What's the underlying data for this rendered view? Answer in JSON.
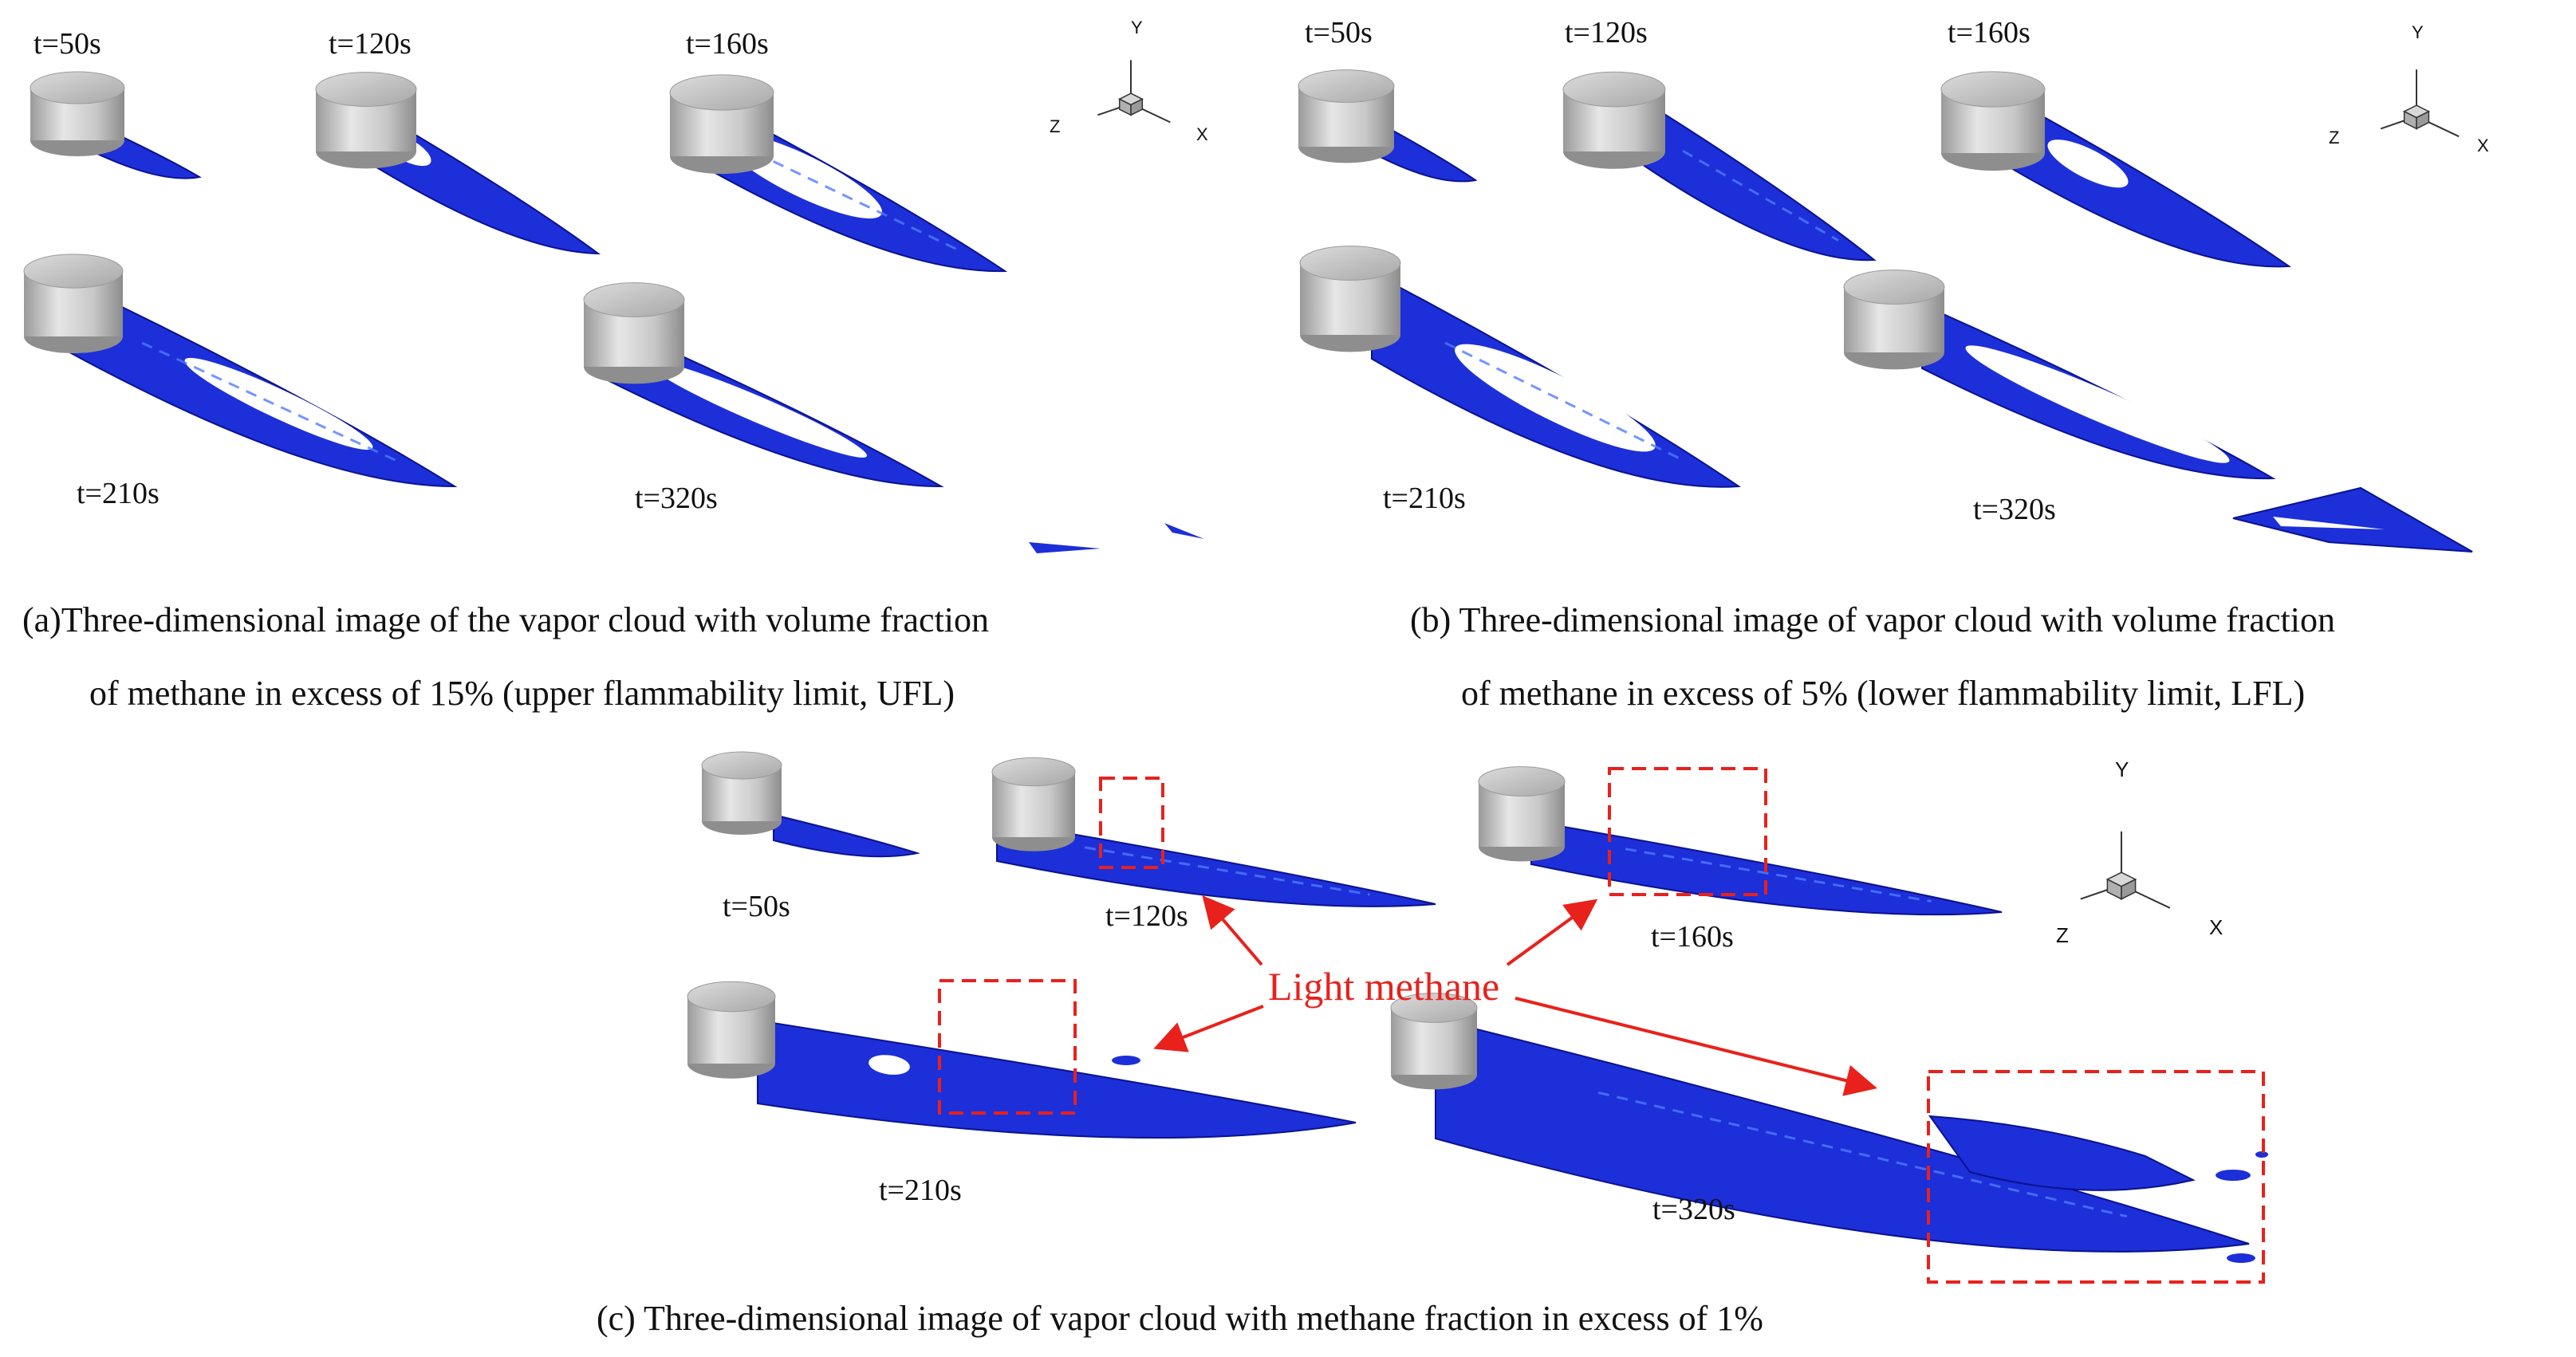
{
  "colors": {
    "cloud": "#1c2fd8",
    "cloud_dark": "#0a1290",
    "cylinder": "#c4c4c4",
    "annotation": "#e8211c"
  },
  "panel_a": {
    "times": [
      "t=50s",
      "t=120s",
      "t=160s",
      "t=210s",
      "t=320s"
    ],
    "axes": {
      "y": "Y",
      "z": "Z",
      "x": "X"
    },
    "caption_line1": "(a)Three-dimensional image of the vapor cloud with volume fraction",
    "caption_line2": "of methane in excess of 15% (upper flammability limit, UFL)"
  },
  "panel_b": {
    "times": [
      "t=50s",
      "t=120s",
      "t=160s",
      "t=210s",
      "t=320s"
    ],
    "axes": {
      "y": "Y",
      "z": "Z",
      "x": "X"
    },
    "caption_line1": "(b) Three-dimensional image of vapor cloud with volume fraction",
    "caption_line2": "of methane in excess of 5% (lower flammability limit, LFL)"
  },
  "panel_c": {
    "times": [
      "t=50s",
      "t=120s",
      "t=160s",
      "t=210s",
      "t=320s"
    ],
    "axes": {
      "y": "Y",
      "z": "Z",
      "x": "X"
    },
    "annotation": "Light methane",
    "caption": "(c) Three-dimensional image of vapor cloud with methane fraction in excess of 1%"
  }
}
